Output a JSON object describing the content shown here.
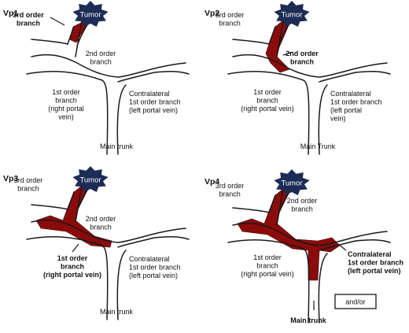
{
  "colors": {
    "thrombus": "#8b0a0a",
    "tumor": "#1c2c55",
    "line": "#1a1a1a"
  },
  "panels": [
    {
      "id": "Vp1",
      "tumor": "Tumor",
      "labels": {
        "third_order": [
          "3rd order",
          "branch"
        ],
        "second_order": [
          "2nd order",
          "branch"
        ],
        "first_order": [
          "1st order",
          "branch",
          "(right portal",
          "vein)"
        ],
        "contralateral": [
          "Contralateral",
          "1st order branch",
          "(left portal vein)"
        ],
        "main_trunk": [
          "Main trunk"
        ]
      },
      "bold": [
        "third_order"
      ]
    },
    {
      "id": "Vp2",
      "tumor": "Tumor",
      "labels": {
        "third_order": [
          "3rd order",
          "branch"
        ],
        "second_order": [
          "2nd order",
          "branch"
        ],
        "first_order": [
          "1st order",
          "branch",
          "(right portal vein)"
        ],
        "contralateral": [
          "Contralateral",
          "1st order branch",
          "(left portal",
          "vein)"
        ],
        "main_trunk": [
          "Main Trunk"
        ]
      },
      "bold": [
        "second_order"
      ]
    },
    {
      "id": "Vp3",
      "tumor": "Tumor",
      "labels": {
        "third_order": [
          "3rd order",
          "branch"
        ],
        "second_order": [
          "2nd order",
          "branch"
        ],
        "first_order": [
          "1st order",
          "branch",
          "(right portal vein)"
        ],
        "contralateral": [
          "Contralateral",
          "1st order branch",
          "(left portal vein)"
        ],
        "main_trunk": [
          "Main trunk"
        ]
      },
      "bold": [
        "first_order"
      ]
    },
    {
      "id": "Vp4",
      "tumor": "Tumor",
      "labels": {
        "third_order": [
          "3rd order",
          "branch"
        ],
        "second_order": [
          "2nd order",
          "branch"
        ],
        "first_order": [
          "1st order",
          "branch",
          "(right portal vein)"
        ],
        "contralateral": [
          "Contralateral",
          "1st order branch",
          "(left portal vein)"
        ],
        "main_trunk": [
          "Main trunk"
        ]
      },
      "bold": [
        "contralateral",
        "main_trunk"
      ],
      "extra_box": "and/or"
    }
  ]
}
